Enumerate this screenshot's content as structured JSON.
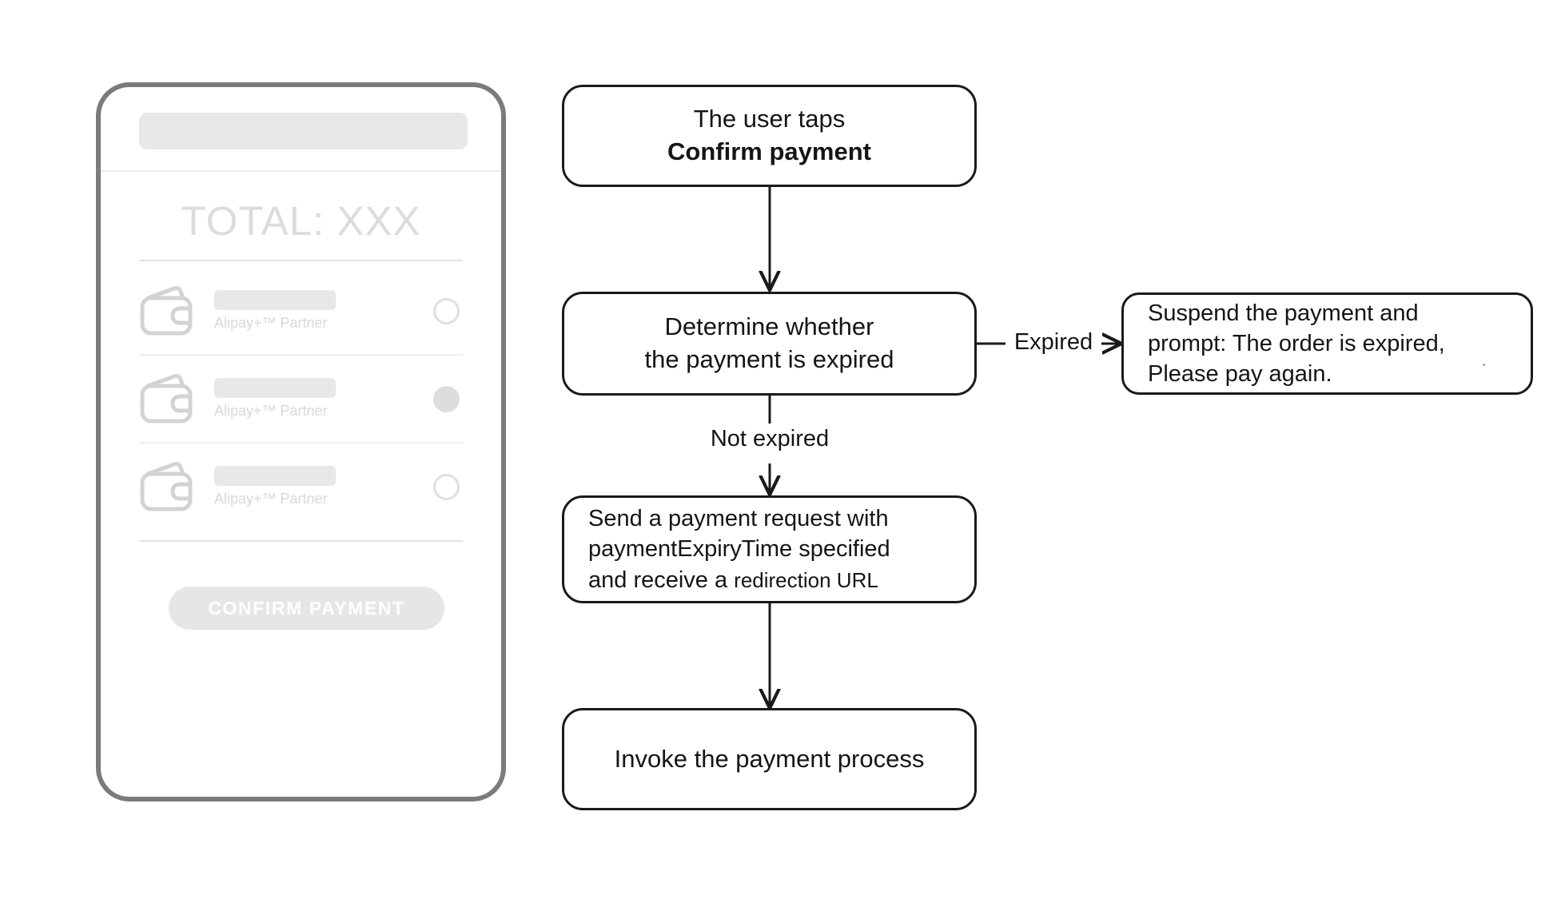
{
  "phone": {
    "search_placeholder": "",
    "total_label": "TOTAL: XXX",
    "payment_methods": [
      {
        "partner_label": "Alipay+™ Partner",
        "selected": false
      },
      {
        "partner_label": "Alipay+™ Partner",
        "selected": true
      },
      {
        "partner_label": "Alipay+™ Partner",
        "selected": false
      }
    ],
    "confirm_button": "CONFIRM PAYMENT"
  },
  "flowchart": {
    "nodes": {
      "tap_confirm": {
        "line1": "The user taps",
        "line2": "Confirm payment"
      },
      "determine_expiry": {
        "line1": "Determine whether",
        "line2": "the payment is expired"
      },
      "suspend_payment": {
        "line1": "Suspend the payment and",
        "line2": "prompt: The order is expired,",
        "line3": "Please pay again."
      },
      "send_request": {
        "line1": "Send a payment request with",
        "line2": "paymentExpiryTime specified",
        "line3a": "and receive a ",
        "line3b": "redirection URL"
      },
      "invoke_process": {
        "label": "Invoke the payment process"
      }
    },
    "edge_labels": {
      "expired": "Expired",
      "not_expired": "Not expired"
    }
  },
  "colors": {
    "node_border": "#1a1a1a",
    "phone_frame": "#7b7b7b",
    "placeholder_gray": "#e8e8e8",
    "muted_text": "#d8d8d8",
    "background": "#ffffff"
  }
}
